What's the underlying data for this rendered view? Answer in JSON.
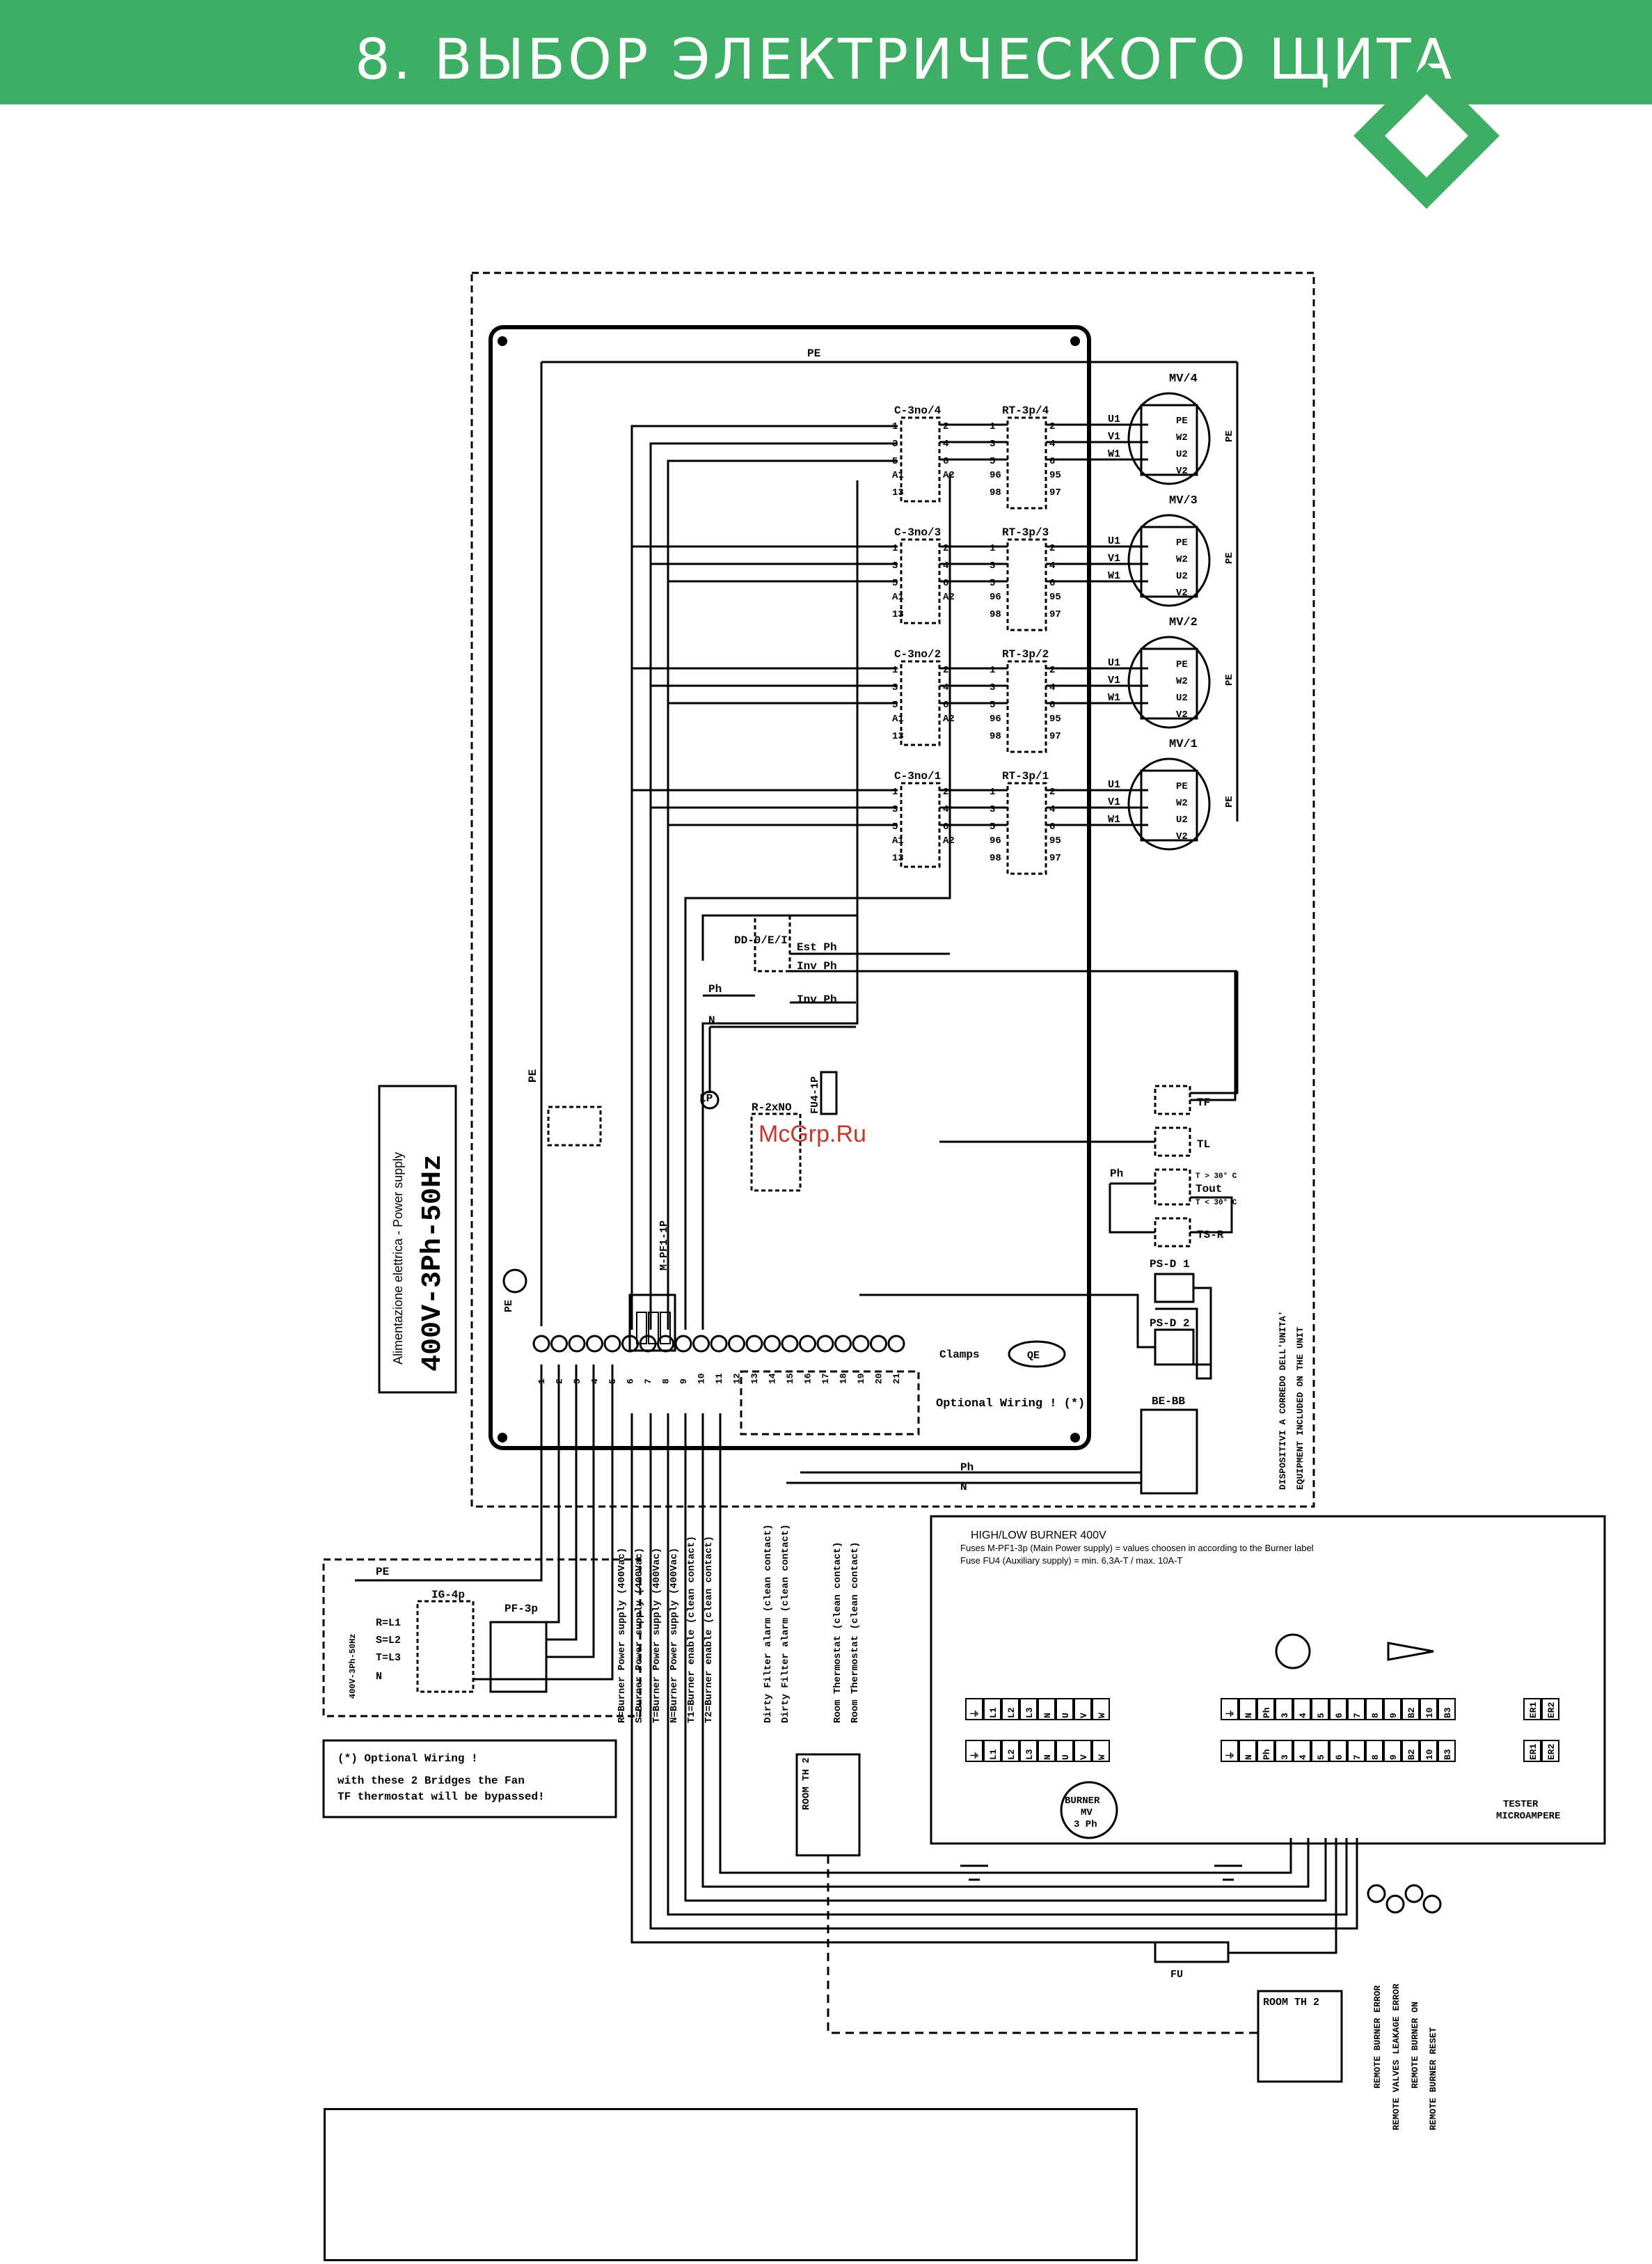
{
  "header": {
    "title": "8. ВЫБОР ЭЛЕКТРИЧЕСКОГО ЩИТА",
    "accent_color": "#3dae64"
  },
  "power_supply": {
    "label_it": "Alimentazione elettrica - Power supply",
    "spec": "400V-3Ph-50Hz"
  },
  "contactors": [
    "C-3no/4",
    "C-3no/3",
    "C-3no/2",
    "C-3no/1"
  ],
  "relays": [
    "RT-3p/4",
    "RT-3p/3",
    "RT-3p/2",
    "RT-3p/1"
  ],
  "motors": [
    "MV/4",
    "MV/3",
    "MV/2",
    "MV/1"
  ],
  "motor_terminals_left": [
    "U1",
    "V1",
    "W1"
  ],
  "motor_terminals_right": [
    "PE",
    "W2",
    "U2",
    "V2"
  ],
  "contactor_pins_left": [
    "1",
    "3",
    "5",
    "A1",
    "13"
  ],
  "contactor_pins_right": [
    "2",
    "4",
    "6",
    "A2"
  ],
  "relay_pins_left": [
    "1",
    "3",
    "5",
    "96",
    "98"
  ],
  "relay_pins_right": [
    "2",
    "4",
    "6",
    "95",
    "97"
  ],
  "labels": {
    "pe": "PE",
    "n": "N",
    "ph": "Ph",
    "dd": "DD-0/E/I",
    "est_ph": "Est Ph",
    "inv_ph": "Inv Ph",
    "lp": "LP",
    "r2": "R-2xNO",
    "fu4": "FU4-1P",
    "mpf": "M-PF1-1P",
    "tf": "TF",
    "tl": "TL",
    "tout": "Tout",
    "t_hi": "T > 30° C",
    "t_lo": "T < 30° C",
    "tsr": "TS-R",
    "psd1": "PS-D 1",
    "psd2": "PS-D 2",
    "clamps": "Clamps",
    "qe": "QE",
    "optional": "Optional Wiring ! (*)",
    "bebb": "BE-BB",
    "dispositivi": "DISPOSITIVI A CORREDO DELL'UNITA'",
    "equipment": "EQUIPMENT INCLUDED ON THE UNIT",
    "watermark": "McGrp.Ru",
    "ig": "IG-4p",
    "pf": "PF-3p",
    "supply_small": "400V-3Ph-50Hz",
    "r_l1": "R=L1",
    "s_l2": "S=L2",
    "t_l3": "T=L3",
    "note_title": "(*) Optional Wiring !",
    "note_line1": "with these 2 Bridges the Fan",
    "note_line2": "TF thermostat will be bypassed!",
    "room_th": "ROOM TH 2",
    "fu": "FU",
    "burner": "BURNER",
    "burner_mv": "MV",
    "burner_3ph": "3 Ph",
    "tester1": "TESTER",
    "tester2": "MICROAMPERE"
  },
  "terminals": [
    "1",
    "2",
    "3",
    "4",
    "5",
    "6",
    "7",
    "8",
    "9",
    "10",
    "11",
    "12",
    "13",
    "14",
    "15",
    "16",
    "17",
    "18",
    "19",
    "20",
    "21"
  ],
  "vertical_labels": [
    "R=Burner Power supply (400Vac)",
    "S=Burner Power supply (400Vac)",
    "T=Burner Power supply (400Vac)",
    "N=Burner Power supply (400Vac)",
    "T1=Burner enable (clean contact)",
    "T2=Burner enable (clean contact)",
    "Dirty Filter alarm (clean contact)",
    "Dirty Filter alarm (clean contact)",
    "Room Thermostat (clean contact)",
    "Room Thermostat (clean contact)"
  ],
  "burner_box": {
    "title": "HIGH/LOW BURNER 400V",
    "line1": "Fuses M-PF1-3p (Main Power supply) = values choosen in according to the Burner label",
    "line2": "Fuse FU4 (Auxiliary supply) = min. 6,3A-T / max. 10A-T",
    "left_block": [
      "⏚",
      "L1",
      "L2",
      "L3",
      "N",
      "U",
      "V",
      "W"
    ],
    "right_block": [
      "⏚",
      "N",
      "Ph",
      "3",
      "4",
      "5",
      "6",
      "7",
      "8",
      "9",
      "B2",
      "10",
      "B3"
    ],
    "tester_block": [
      "ER1",
      "ER2"
    ]
  },
  "remote_labels": [
    "REMOTE BURNER ERROR",
    "REMOTE VALVES LEAKAGE ERROR",
    "REMOTE BURNER ON",
    "REMOTE BURNER RESET"
  ]
}
